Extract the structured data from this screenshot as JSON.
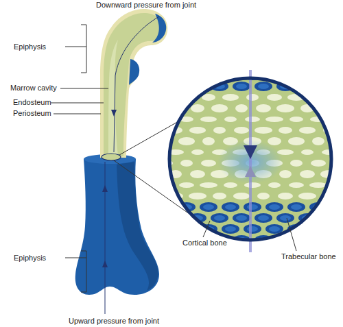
{
  "diagram": {
    "labels": [
      "Downward pressure from joint",
      "Epiphysis",
      "Marrow cavity",
      "Endosteum",
      "Periosteum",
      "Epiphysis",
      "Upward pressure from joint",
      "Cortical bone",
      "Trabecular bone"
    ]
  }
}
